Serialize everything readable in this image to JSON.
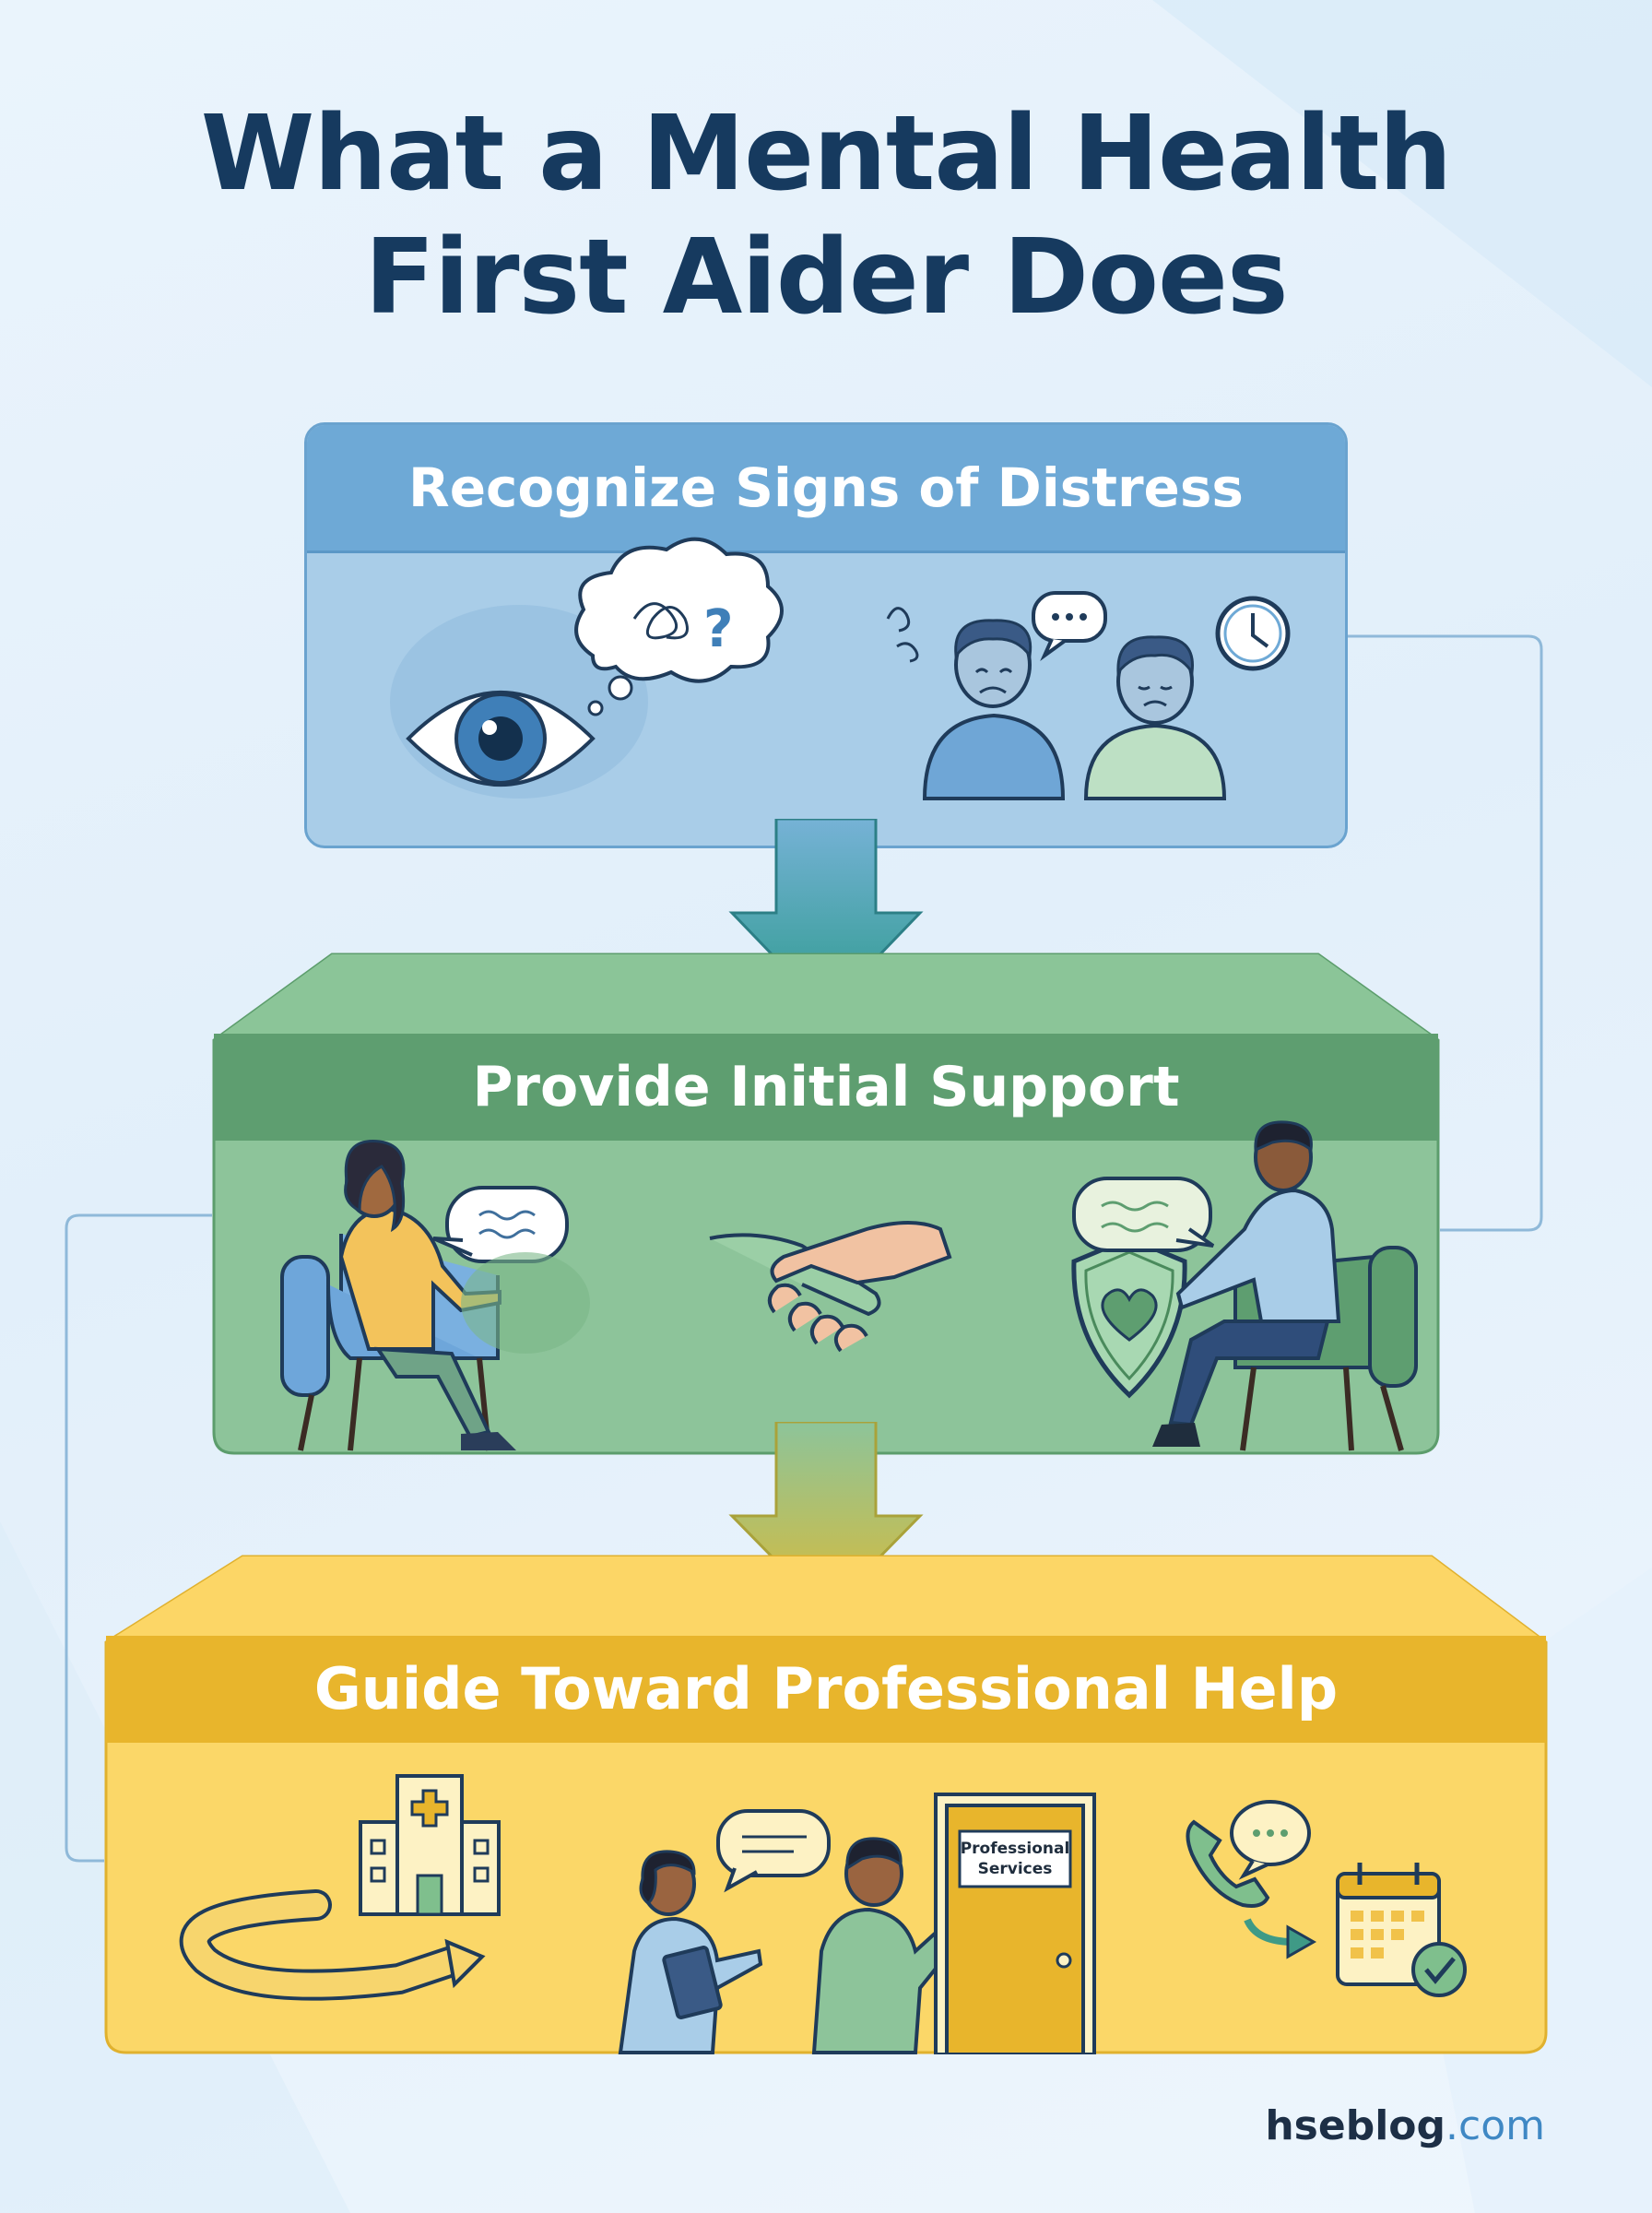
{
  "title": {
    "line1": "What a Mental Health",
    "line2": "First Aider Does"
  },
  "steps": [
    {
      "title": "Recognize Signs of Distress"
    },
    {
      "title": "Provide Initial Support"
    },
    {
      "title": "Guide Toward Professional Help"
    }
  ],
  "door_sign": {
    "line1": "Professional",
    "line2": "Services"
  },
  "brand": {
    "name": "hseblog",
    "tld": ".com"
  },
  "colors": {
    "step1": "#6ea9d6",
    "step2": "#5e9e70",
    "step3": "#e8b52c",
    "title": "#163a5f"
  }
}
